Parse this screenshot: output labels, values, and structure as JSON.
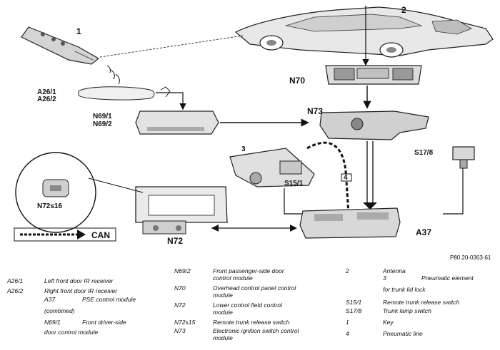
{
  "diagram": {
    "callouts": {
      "n1": "1",
      "n2": "2",
      "n3": "3",
      "n4": "4",
      "a26": "A26/1",
      "a26b": "A26/2",
      "n69": "N69/1",
      "n69b": "N69/2",
      "n70": "N70",
      "n73": "N73",
      "s178": "S17/8",
      "s151": "S15/1",
      "n72s15": "N72s16",
      "can": "CAN",
      "n72": "N72",
      "a37": "A37",
      "ref": "P80.20-0363-61"
    }
  },
  "legend": [
    {
      "code": "A26/1",
      "desc": "Left front door IR receiver"
    },
    {
      "code": "A26/2",
      "desc": "Right front door IR receiver"
    },
    {
      "code": "A37",
      "desc": "PSE control module"
    },
    {
      "code": "",
      "desc": "(combined)"
    },
    {
      "code": "N69/1",
      "desc": "Front driver-side"
    },
    {
      "code": "",
      "desc": "door control module"
    },
    {
      "code": "N69/2",
      "desc": "Front passenger-side door"
    },
    {
      "code": "",
      "desc": "control module"
    },
    {
      "code": "N70",
      "desc": "Overhead control panel control"
    },
    {
      "code": "",
      "desc": "module"
    },
    {
      "code": "N72",
      "desc": "Lower control field control"
    },
    {
      "code": "",
      "desc": "module"
    },
    {
      "code": "N72s15",
      "desc": "Remote trunk release switch"
    },
    {
      "code": "N73",
      "desc": "Electronic ignition switch control"
    },
    {
      "code": "",
      "desc": "module"
    },
    {
      "code": "2",
      "desc": "Antenna"
    },
    {
      "code": "3",
      "desc": "Pneumatic element"
    },
    {
      "code": "",
      "desc": "for trunk lid lock"
    },
    {
      "code": "S15/1",
      "desc": "Remote trunk release switch"
    },
    {
      "code": "S17/8",
      "desc": "Trunk lamp switch"
    },
    {
      "code": "1",
      "desc": "Key"
    },
    {
      "code": "4",
      "desc": "Pneumatic line"
    }
  ]
}
